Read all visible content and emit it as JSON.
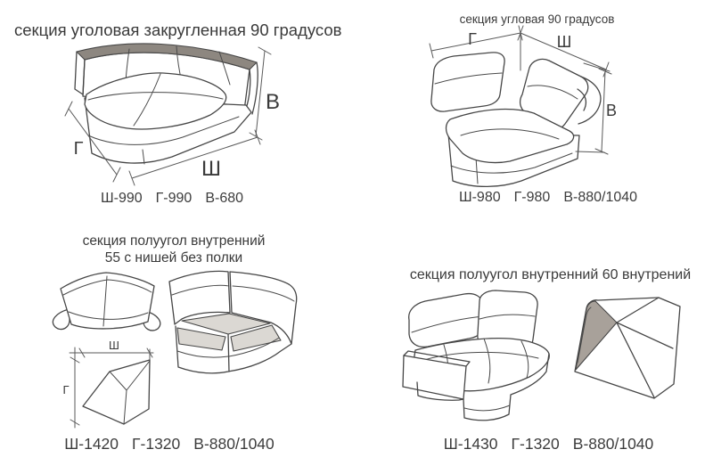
{
  "page": {
    "background": "#ffffff",
    "ink": "#464646",
    "text_color": "#3a3a3a"
  },
  "panels": {
    "rounded_corner": {
      "title": "секция уголовая закругленная 90 градусов",
      "dims": [
        "Ш-990",
        "Г-990",
        "В-680"
      ],
      "labels": {
        "w": "Ш",
        "d": "Г",
        "h": "В"
      },
      "shade": "#8d8780"
    },
    "corner_90": {
      "title": "секция угловая 90 градусов",
      "dims": [
        "Ш-980",
        "Г-980",
        "В-880/1040"
      ],
      "labels": {
        "w": "Ш",
        "d": "Г",
        "h": "В"
      }
    },
    "half_corner_55": {
      "title_line1": "секция  полуугол внутренний",
      "title_line2": "55 с нишей без полки",
      "dims": [
        "Ш-1420",
        "Г-1320",
        "В-880/1040"
      ],
      "labels": {
        "w": "Ш",
        "d": "Г"
      },
      "shade": "#dbd8d3"
    },
    "half_corner_60": {
      "title": "секция  полуугол внутренний 60 внутрений",
      "dims": [
        "Ш-1430",
        "Г-1320",
        "В-880/1040"
      ],
      "shade": "#a8a19a"
    }
  }
}
